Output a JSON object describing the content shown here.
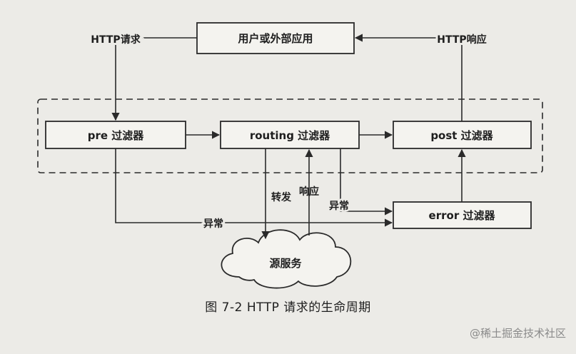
{
  "diagram": {
    "nodes": {
      "client": "用户或外部应用",
      "pre": "pre 过滤器",
      "routing": "routing 过滤器",
      "post": "post 过滤器",
      "error": "error 过滤器",
      "origin": "源服务"
    },
    "edge_labels": {
      "http_request": "HTTP请求",
      "http_response": "HTTP响应",
      "forward": "转发",
      "response": "响应",
      "exception_routing": "异常",
      "exception_pre": "异常"
    }
  },
  "caption": "图 7-2   HTTP 请求的生命周期",
  "watermark": "@稀土掘金技术社区",
  "colors": {
    "background": "#ecebe7",
    "box_fill": "#f4f3ef",
    "stroke": "#2a2a2a",
    "text": "#1e1e1e"
  }
}
